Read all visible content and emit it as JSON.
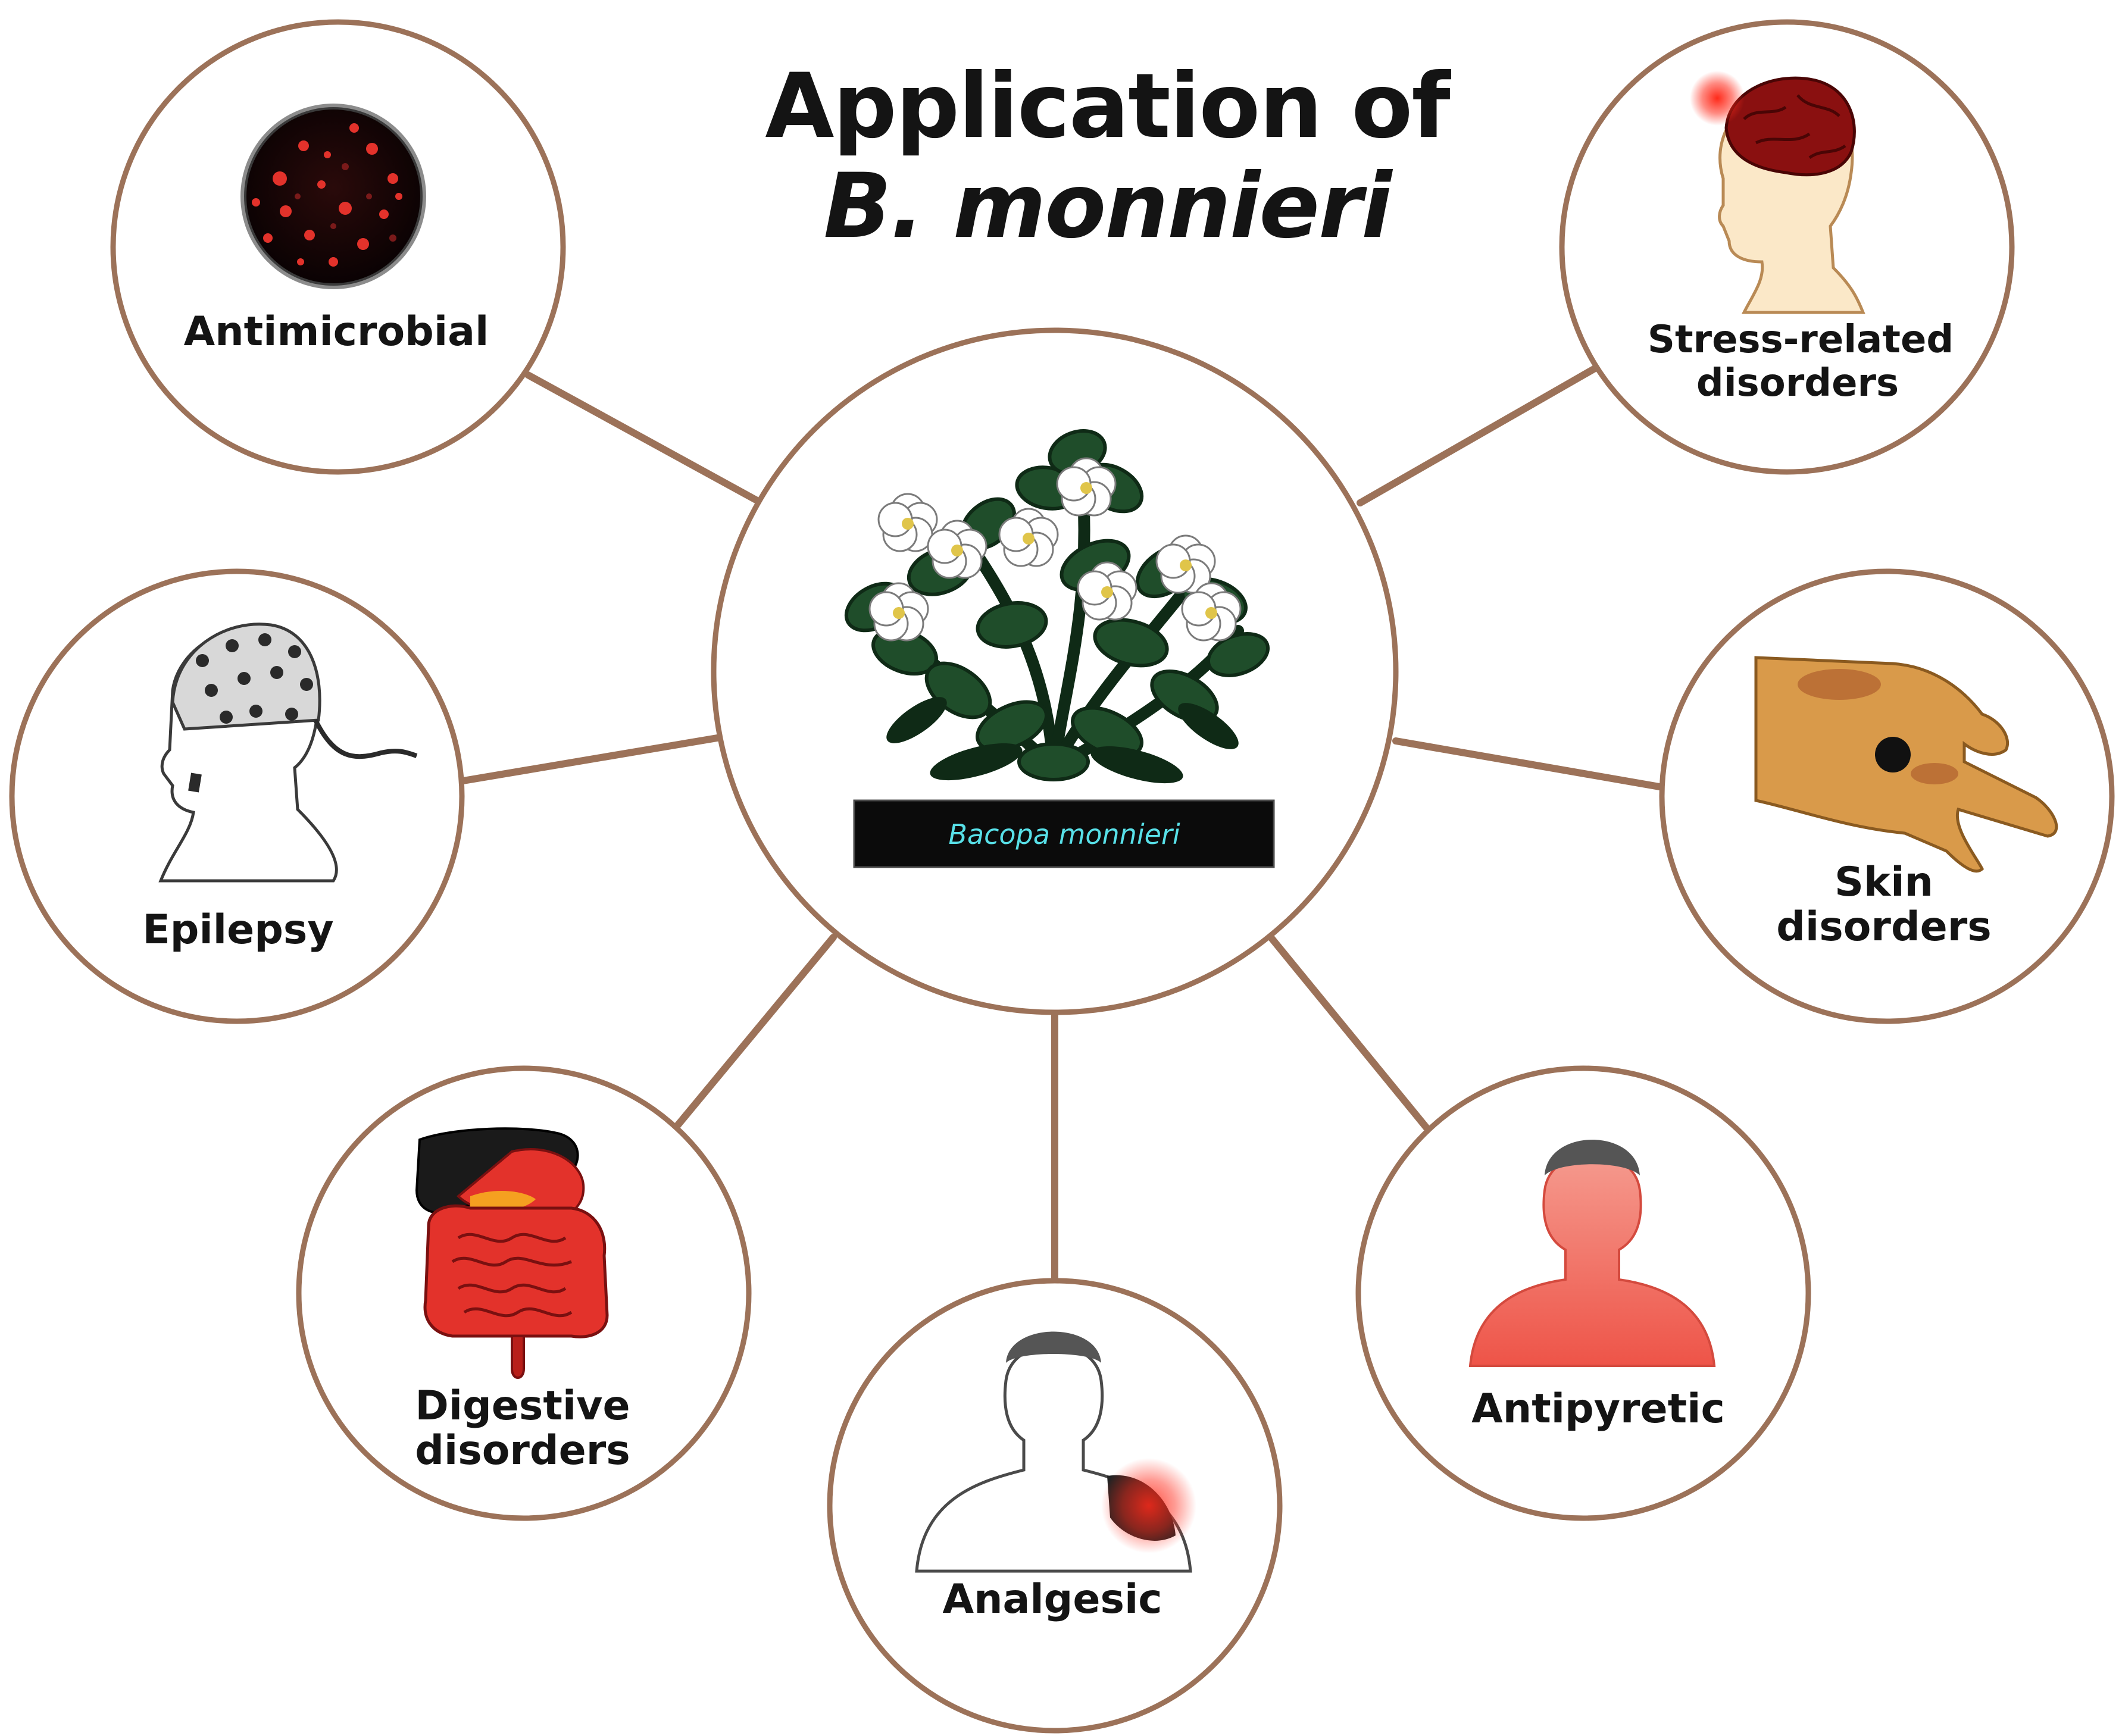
{
  "title": {
    "line1": "Application of",
    "line2": "B. monnieri"
  },
  "center": {
    "label": "Bacopa monnieri"
  },
  "nodes": {
    "antimicrobial": {
      "label1": "Antimicrobial"
    },
    "stress": {
      "label1": "Stress-related",
      "label2": "disorders"
    },
    "epilepsy": {
      "label1": "Epilepsy"
    },
    "skin": {
      "label1": "Skin",
      "label2": "disorders"
    },
    "digestive": {
      "label1": "Digestive",
      "label2": "disorders"
    },
    "analgesic": {
      "label1": "Analgesic"
    },
    "antipyretic": {
      "label1": "Antipyretic"
    }
  },
  "colors": {
    "ring": "#9c7259",
    "connector": "#9c7259",
    "leaf": "#1f4d2a",
    "leaf_dark": "#0f2a16",
    "flower": "#ffffff",
    "red": "#e3322b",
    "skin_tone": "#d99a4a"
  }
}
